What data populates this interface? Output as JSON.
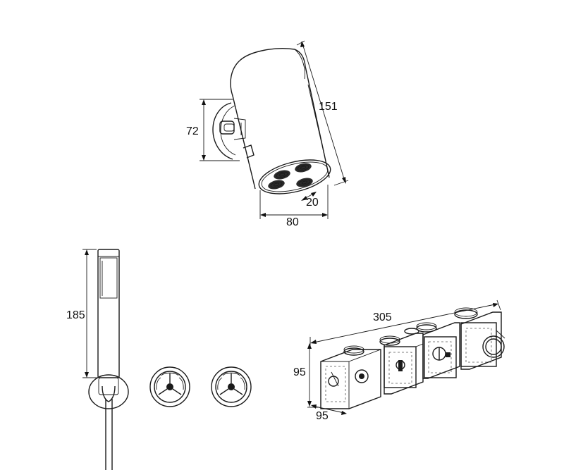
{
  "shower_head": {
    "dim_length": "151",
    "dim_mount_height": "72",
    "dim_diameter": "80",
    "dim_nozzle": "20"
  },
  "hand_shower": {
    "dim_height": "185"
  },
  "mixing_body": {
    "dim_length": "305",
    "dim_height": "95",
    "dim_depth": "95"
  }
}
